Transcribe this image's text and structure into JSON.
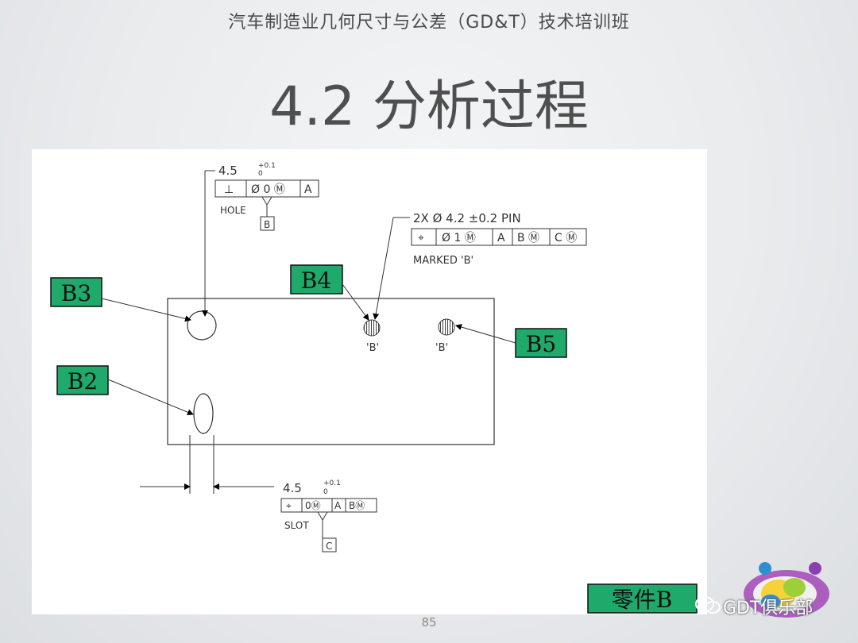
{
  "header": {
    "course_title": "汽车制造业几何尺寸与公差（GD&T）技术培训班"
  },
  "slide": {
    "title": "4.2 分析过程",
    "page_number": "85"
  },
  "drawing": {
    "labels": {
      "b3": "B3",
      "b4": "B4",
      "b2": "B2",
      "b5": "B5",
      "part": "零件B"
    },
    "hole_callout": {
      "size": "4.5",
      "upper_tol": "+0.1",
      "lower_tol": "0",
      "fcf": [
        "⊥",
        "Ø 0 Ⓜ",
        "A"
      ],
      "note": "HOLE",
      "datum": "B"
    },
    "pin_callout": {
      "spec": "2X Ø 4.2 ±0.2  PIN",
      "fcf": [
        "⌖",
        "Ø 1 Ⓜ",
        "A",
        "B Ⓜ",
        "C Ⓜ"
      ],
      "note": "MARKED 'B'"
    },
    "pin_marks": [
      "'B'",
      "'B'"
    ],
    "slot_callout": {
      "size": "4.5",
      "upper_tol": "+0.1",
      "lower_tol": "0",
      "fcf": [
        "⌖",
        "0Ⓜ",
        "A",
        "BⓂ"
      ],
      "note": "SLOT",
      "datum": "C"
    },
    "label_color": "#1fa96b"
  },
  "watermark": {
    "text": "GDT俱乐部"
  }
}
